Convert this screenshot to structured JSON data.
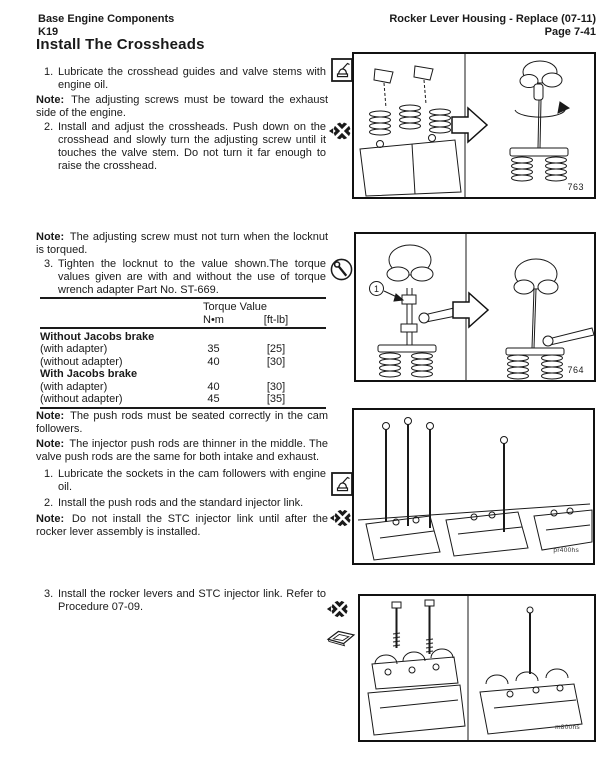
{
  "header": {
    "left_line1": "Base Engine Components",
    "left_line2": "K19",
    "right_line1": "Rocker Lever Housing - Replace (07-11)",
    "right_line2": "Page 7-41"
  },
  "title": "Install The Crossheads",
  "crosshead_steps": [
    {
      "num": "1.",
      "text": "Lubricate the crosshead guides and valve stems with engine oil."
    },
    {
      "num": "2.",
      "text": "Install and adjust the crossheads. Push down on the crosshead and slowly turn the adjusting screw until it touches the valve stem. Do not turn it far enough to raise the crosshead."
    },
    {
      "num": "3.",
      "text": "Tighten the locknut to the value shown.The torque values given are with and without the use of torque wrench adapter Part No. ST-669."
    }
  ],
  "notes": [
    {
      "label": "Note:",
      "text": "The adjusting screws must be toward the exhaust side of the engine."
    },
    {
      "label": "Note:",
      "text": "The adjusting screw must not turn when the locknut is torqued."
    },
    {
      "label": "Note:",
      "text": "The push rods must be seated correctly in the cam followers."
    },
    {
      "label": "Note:",
      "text": "The injector push rods are thinner in the middle. The valve push rods are the same for both intake and exhaust."
    },
    {
      "label": "Note:",
      "text": "Do not install the STC injector link until after the rocker lever assembly is installed."
    }
  ],
  "pushrod_steps": [
    {
      "num": "1.",
      "text": "Lubricate the sockets in the cam followers with engine oil."
    },
    {
      "num": "2.",
      "text": "Install the push rods and the standard injector link."
    },
    {
      "num": "3.",
      "text": "Install the rocker levers and STC injector link. Refer to Procedure 07-09."
    }
  ],
  "torque_table": {
    "title": "Torque Value",
    "col_metric": "N•m",
    "col_imperial": "[ft-lb]",
    "rows": [
      {
        "label": "Without Jacobs brake",
        "nm": "",
        "ftlb": ""
      },
      {
        "label": "(with adapter)",
        "nm": "35",
        "ftlb": "[25]"
      },
      {
        "label": "(without adapter)",
        "nm": "40",
        "ftlb": "[30]"
      },
      {
        "label": "With Jacobs brake",
        "nm": "",
        "ftlb": ""
      },
      {
        "label": "(with adapter)",
        "nm": "40",
        "ftlb": "[30]"
      },
      {
        "label": "(without adapter)",
        "nm": "45",
        "ftlb": "[35]"
      }
    ]
  },
  "figures": {
    "fig1": {
      "number": "763"
    },
    "fig2": {
      "number": "764",
      "callout": "1"
    },
    "fig3": {
      "code": "pr400hs"
    },
    "fig4": {
      "code": "m800hs"
    }
  },
  "icons": {
    "lubricate": "oil-can-in-box",
    "adjust": "four-lobe-socket",
    "torque": "torque-wrench-circle",
    "gasket": "gasket-plate"
  },
  "colors": {
    "ink": "#1a1a1a",
    "paper": "#ffffff"
  }
}
